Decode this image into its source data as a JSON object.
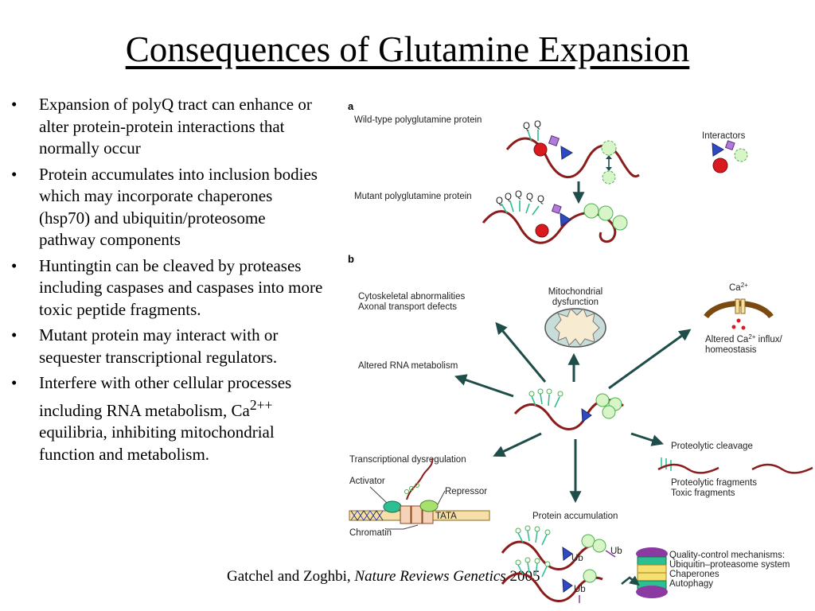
{
  "title": "Consequences of Glutamine Expansion",
  "bullets": [
    {
      "dot": "•",
      "html": "Expansion of polyQ tract can enhance or alter protein-protein interactions that normally occur"
    },
    {
      "dot": "•",
      "html": "Protein accumulates into inclusion bodies which may incorporate chaperones (hsp70) and ubiquitin/proteosome pathway components"
    },
    {
      "dot": "•",
      "html": "Huntingtin can be cleaved by proteases including caspases and caspases into more toxic peptide fragments."
    },
    {
      "dot": "•",
      "html": "Mutant protein may interact with or sequester transcriptional regulators."
    },
    {
      "dot": "•",
      "html": "Interfere with other cellular processes including RNA metabolism, Ca<sup>2++</sup> equilibria, inhibiting mitochondrial function and metabolism."
    }
  ],
  "citation": {
    "authors": "Gatchel and Zoghbi, ",
    "journal": "Nature Reviews Genetics",
    "year": " 2005"
  },
  "figure": {
    "panel_a": "a",
    "panel_b": "b",
    "wild_type": "Wild-type polyglutamine protein",
    "interactors": "Interactors",
    "mutant": "Mutant polyglutamine protein",
    "cytoskeletal": "Cytoskeletal abnormalities",
    "axonal": "Axonal transport defects",
    "mito1": "Mitochondrial",
    "mito2": "dysfunction",
    "ca_top": "Ca",
    "ca_sup": "2+",
    "ca_alt1_pre": "Altered Ca",
    "ca_alt1_sup": "2+",
    "ca_alt1_post": " influx/",
    "ca_alt2": "homeostasis",
    "rna": "Altered RNA metabolism",
    "proteolytic": "Proteolytic cleavage",
    "fragments1": "Proteolytic fragments",
    "fragments2": "Toxic fragments",
    "transcriptional": "Transcriptional dysregulation",
    "activator": "Activator",
    "repressor": "Repressor",
    "tata": "TATA",
    "chromatin": "Chromatin",
    "accumulation": "Protein accumulation",
    "ub": "Ub",
    "qc1": "Quality-control mechanisms:",
    "qc2": "Ubiquitin–proteasome system",
    "qc3": "Chaperones",
    "qc4": "Autophagy",
    "q": "Q"
  }
}
